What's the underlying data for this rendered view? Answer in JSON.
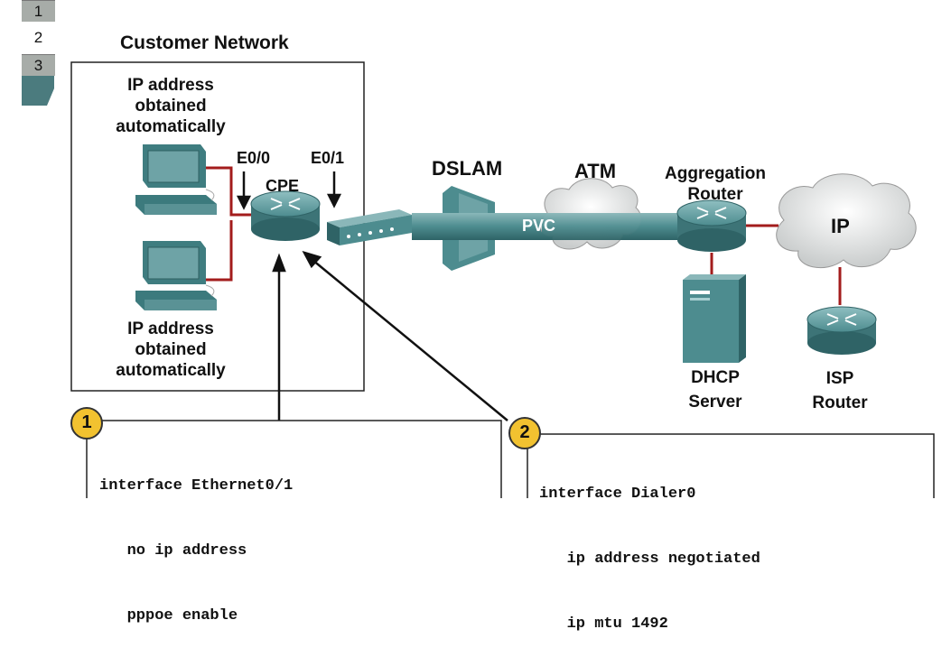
{
  "nav": {
    "tabs": [
      "1",
      "2",
      "3"
    ]
  },
  "diagram": {
    "customer_network_title": "Customer Network",
    "pc_top_label": [
      "IP address",
      "obtained",
      "automatically"
    ],
    "pc_bottom_label": [
      "IP address",
      "obtained",
      "automatically"
    ],
    "e00_label": "E0/0",
    "e01_label": "E0/1",
    "cpe_label": "CPE",
    "dslam_label": "DSLAM",
    "atm_label": "ATM",
    "pvc_label": "PVC",
    "aggregation_router_label": [
      "Aggregation",
      "Router"
    ],
    "ip_cloud_label": "IP",
    "dhcp_server_label": [
      "DHCP",
      "Server"
    ],
    "isp_router_label": [
      "ISP",
      "Router"
    ]
  },
  "callouts": [
    {
      "number": "1",
      "lines": [
        "interface Ethernet0/1",
        "   no ip address",
        "   pppoe enable"
      ]
    },
    {
      "number": "2",
      "lines": [
        "interface Dialer0",
        "   ip address negotiated",
        "   ip mtu 1492"
      ]
    }
  ],
  "colors": {
    "device_teal": "#4d8c8f",
    "link_red": "#a31c1c",
    "callout_yellow": "#f2c230",
    "tab_gray": "#a7aca8"
  }
}
